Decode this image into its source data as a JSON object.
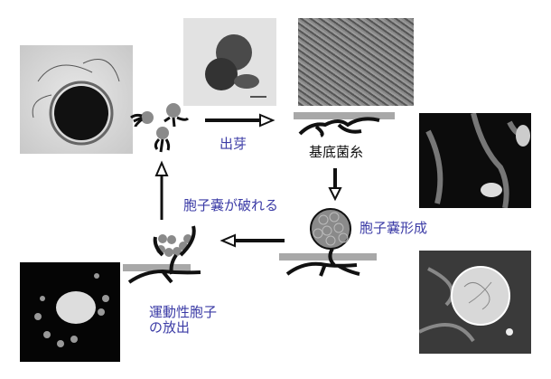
{
  "labels": {
    "budding": "出芽",
    "substrate_mycelium": "基底菌糸",
    "sporangium_bursts": "胞子嚢が破れる",
    "sporangium_formation": "胞子嚢形成",
    "release_line1": "運動性胞子",
    "release_line2": "の放出"
  },
  "colors": {
    "label_blue": "#3b3ba6",
    "substrate_grey": "#a8a8a8",
    "spore_grey": "#8a8a8a"
  }
}
